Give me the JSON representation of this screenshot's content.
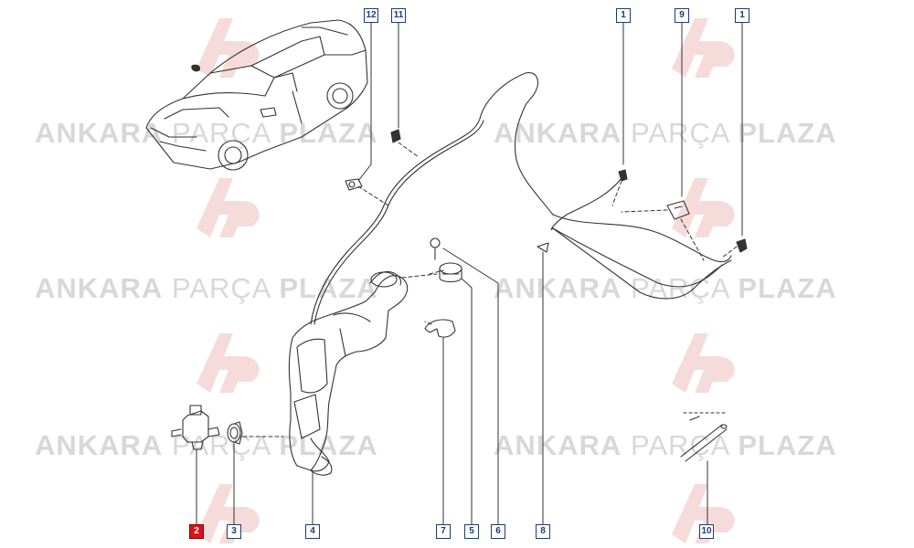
{
  "watermark": {
    "bold1": "ANKARA",
    "thin": "PARÇA",
    "bold2": "PLAZA"
  },
  "logo_text": "AP",
  "callouts": [
    {
      "id": "c1",
      "label": "12",
      "highlight": false
    },
    {
      "id": "c2",
      "label": "11",
      "highlight": false
    },
    {
      "id": "c3",
      "label": "1",
      "highlight": false
    },
    {
      "id": "c4",
      "label": "9",
      "highlight": false
    },
    {
      "id": "c5",
      "label": "1",
      "highlight": false
    },
    {
      "id": "c6",
      "label": "2",
      "highlight": true
    },
    {
      "id": "c7",
      "label": "3",
      "highlight": false
    },
    {
      "id": "c8",
      "label": "4",
      "highlight": false
    },
    {
      "id": "c9",
      "label": "7",
      "highlight": false
    },
    {
      "id": "c10",
      "label": "5",
      "highlight": false
    },
    {
      "id": "c11",
      "label": "6",
      "highlight": false
    },
    {
      "id": "c12",
      "label": "8",
      "highlight": false
    },
    {
      "id": "c13",
      "label": "10",
      "highlight": false
    }
  ],
  "colors": {
    "line": "#333333",
    "callout_border": "#1e3c6e",
    "highlight": "#d7141a",
    "watermark": "#d8d8d8",
    "logo_red": "#f3c9c9"
  }
}
